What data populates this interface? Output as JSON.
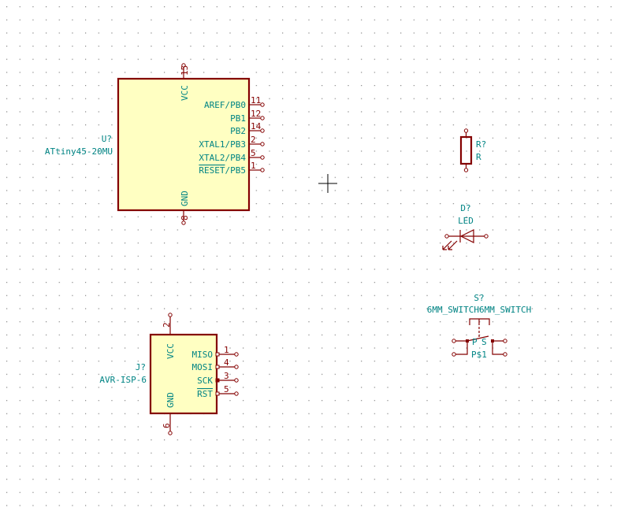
{
  "colors": {
    "wire": "#840000",
    "body_fill": "#ffffc2",
    "text": "#008484",
    "grid": "#848484"
  },
  "u1": {
    "ref": "U?",
    "value": "ATtiny45-20MU",
    "top_pin": {
      "name": "VCC",
      "num": "15"
    },
    "bottom_pin": {
      "name": "GND",
      "num": "8"
    },
    "right_pins": [
      {
        "name": "AREF/PB0",
        "num": "11"
      },
      {
        "name": "PB1",
        "num": "12"
      },
      {
        "name": "PB2",
        "num": "14"
      },
      {
        "name": "XTAL1/PB3",
        "num": "2"
      },
      {
        "name": "XTAL2/PB4",
        "num": "5"
      },
      {
        "name_overbar": "RESET",
        "name_rest": "/PB5",
        "num": "1"
      }
    ]
  },
  "r1": {
    "ref": "R?",
    "value": "R"
  },
  "d1": {
    "ref": "D?",
    "value": "LED"
  },
  "s1": {
    "ref": "S?",
    "value": "6MM_SWITCH6MM_SWITCH",
    "pin_p": "P",
    "pin_s": "S",
    "pad": "P$1"
  },
  "j1": {
    "ref": "J?",
    "value": "AVR-ISP-6",
    "top_pin": {
      "name": "VCC",
      "num": "2"
    },
    "bottom_pin": {
      "name": "GND",
      "num": "6"
    },
    "right_pins": [
      {
        "name": "MISO",
        "num": "1"
      },
      {
        "name": "MOSI",
        "num": "4"
      },
      {
        "name": "SCK",
        "num": "3"
      },
      {
        "name": "RST",
        "num": "5"
      }
    ]
  },
  "cursor": "crosshair-icon"
}
